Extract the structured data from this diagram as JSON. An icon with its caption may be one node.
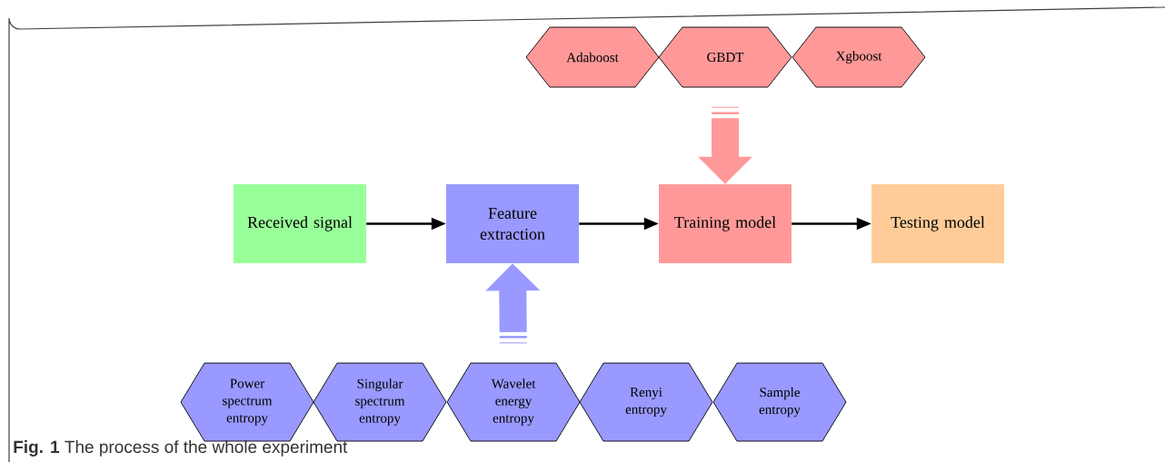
{
  "diagram": {
    "caption": "**Fig. 1** The process of the whole experiment",
    "nodes": [
      {
        "text": [
          "Received signal"
        ]
      },
      {
        "text": [
          "Feature extraction"
        ]
      },
      {
        "text": [
          "Training model"
        ]
      },
      {
        "text": [
          "Testing model"
        ]
      },
      {
        "text": [
          "Adaboost"
        ]
      },
      {
        "text": [
          "GBDT"
        ]
      },
      {
        "text": [
          "Xgboost"
        ]
      },
      {
        "text": [
          "Power spectrum entropy"
        ]
      },
      {
        "text": [
          "Singular spectrum entropy"
        ]
      },
      {
        "text": [
          "Wavelet energy entropy"
        ]
      },
      {
        "text": [
          "Renyi entropy"
        ]
      },
      {
        "text": [
          "Sample entropy"
        ]
      }
    ],
    "edges": [
      {
        "from": 0,
        "to": 1,
        "arrow": "to"
      },
      {
        "from": 1,
        "to": 2,
        "arrow": "to"
      },
      {
        "from": 2,
        "to": 3,
        "arrow": "to"
      },
      {
        "from": 5,
        "to": 2,
        "arrow": "to",
        "style": "thick",
        "color": "#ff9999"
      },
      {
        "from": 9,
        "to": 1,
        "arrow": "to",
        "style": "thick",
        "color": "#9999ff"
      }
    ]
  }
}
